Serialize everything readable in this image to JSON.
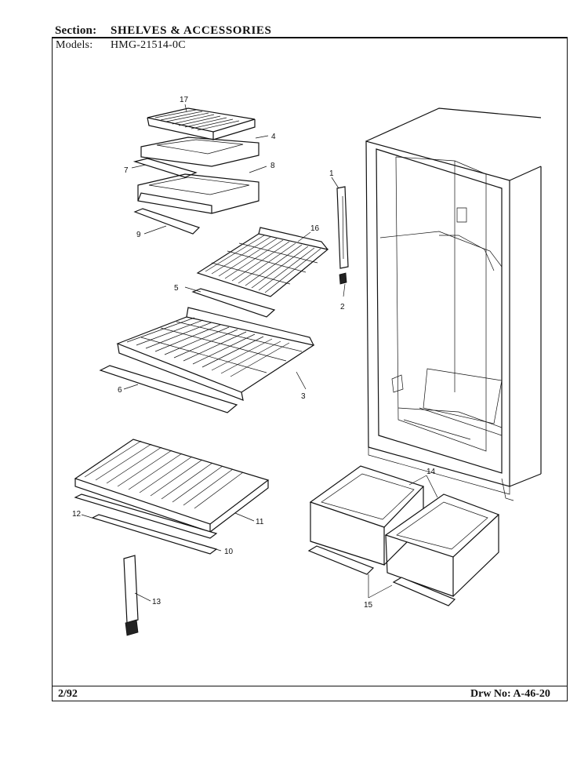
{
  "header": {
    "section_label": "Section:",
    "section_value": "SHELVES & ACCESSORIES",
    "models_label": "Models:",
    "models_value": "HMG-21514-0C"
  },
  "footer": {
    "date": "2/92",
    "drawing_no": "Drw No: A-46-20"
  },
  "callouts": [
    "17",
    "4",
    "7",
    "8",
    "9",
    "16",
    "1",
    "5",
    "2",
    "6",
    "3",
    "14",
    "12",
    "11",
    "10",
    "15",
    "13"
  ]
}
